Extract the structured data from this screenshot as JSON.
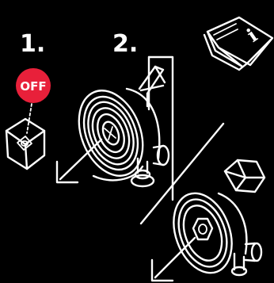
{
  "steps": [
    {
      "label": "1."
    },
    {
      "label": "2."
    }
  ],
  "switch_state_label": "OFF",
  "manual_info_glyph": "i",
  "colors": {
    "background": "#000000",
    "line": "#ffffff",
    "off_badge": "#e8203a"
  },
  "icons": [
    "power-switch-box-icon",
    "manual-book-icon",
    "wall-bracket-icon",
    "hose-reel-icon",
    "hexagonal-nut-icon",
    "pull-arrow-icon"
  ]
}
